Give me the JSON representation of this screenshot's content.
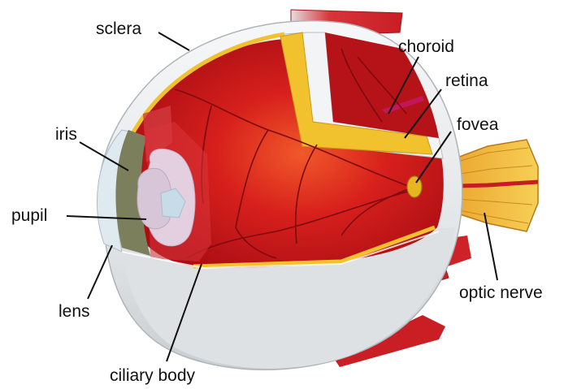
{
  "labels": {
    "sclera": "sclera",
    "choroid": "choroid",
    "retina": "retina",
    "fovea": "fovea",
    "iris": "iris",
    "pupil": "pupil",
    "lens": "lens",
    "ciliary_body": "ciliary body",
    "optic_nerve": "optic nerve"
  },
  "colors": {
    "sclera": "#e9ecee",
    "interior": "#c8141a",
    "interior_light": "#e8481e",
    "retina_band": "#f2c22e",
    "muscle": "#d42a2e",
    "iris": "#7b7f5c",
    "lens": "#e3cfe0",
    "optic_nerve": "#f2b531",
    "vessels": "#8a0a10"
  }
}
